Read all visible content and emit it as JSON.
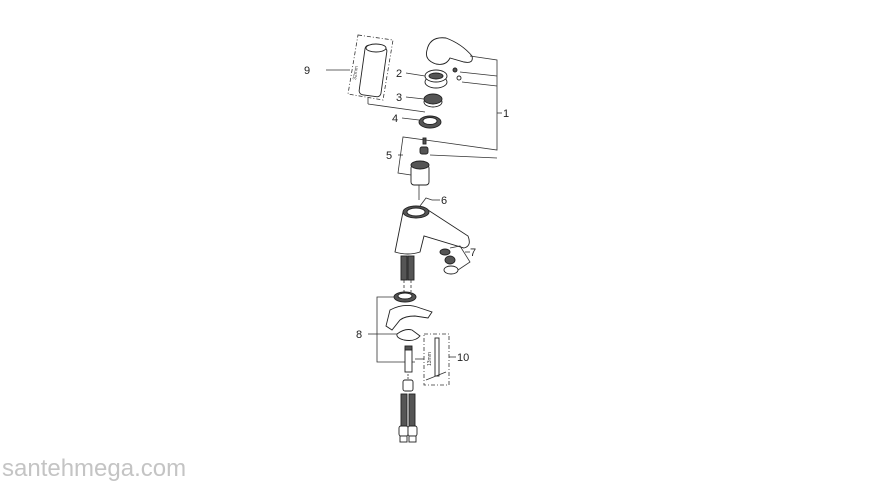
{
  "diagram": {
    "part_labels": [
      "1",
      "2",
      "3",
      "4",
      "5",
      "6",
      "7",
      "8",
      "9",
      "10"
    ],
    "tool_9_size": "32mm",
    "tool_10_size": "13mm"
  },
  "watermark": "santehmega.com"
}
